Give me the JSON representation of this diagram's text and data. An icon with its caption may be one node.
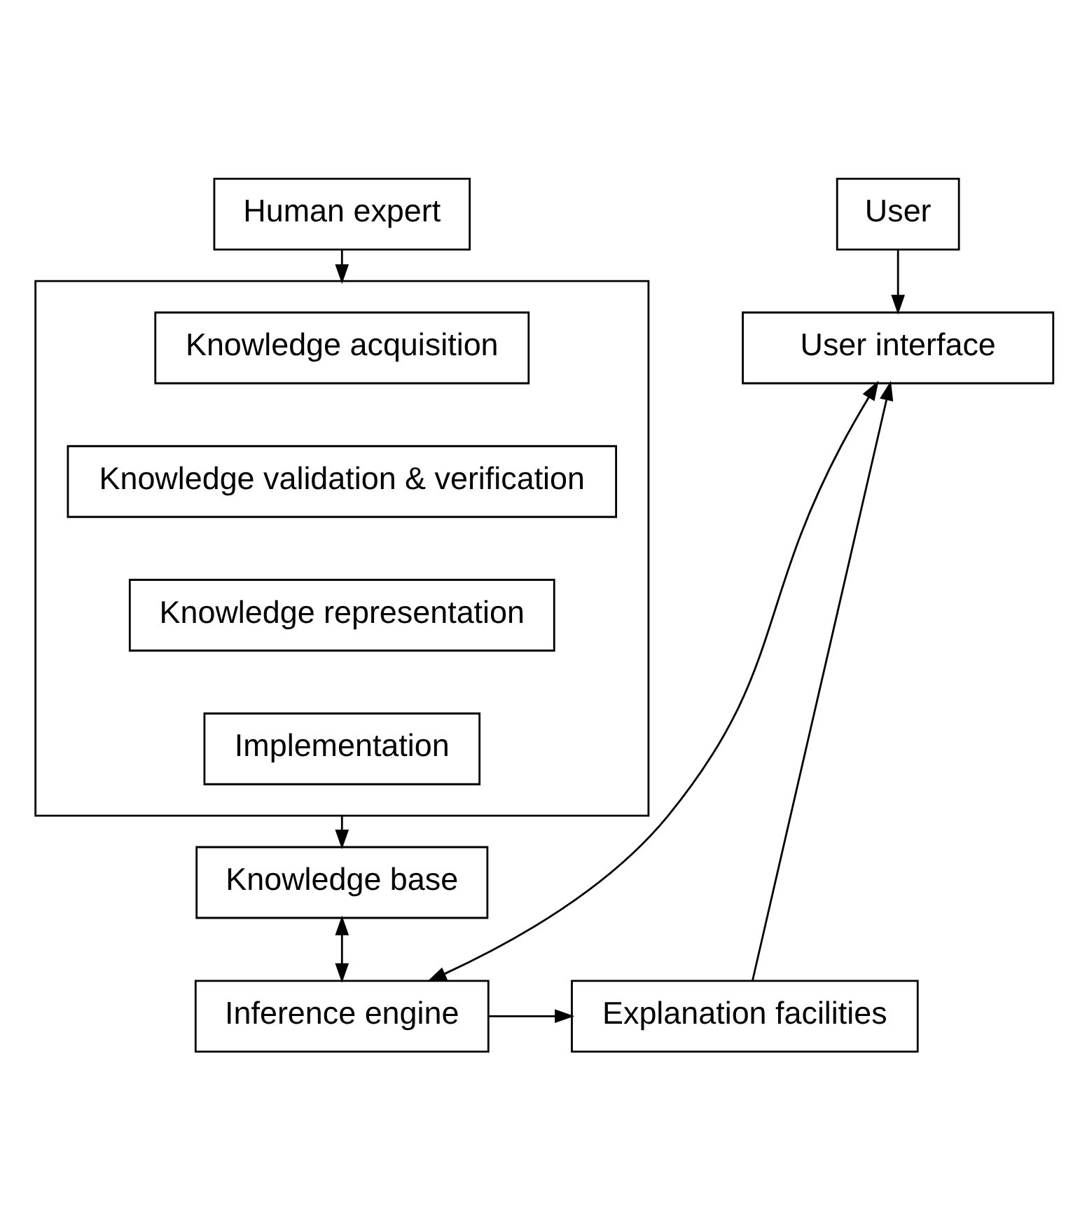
{
  "diagram": {
    "nodes": [
      {
        "text": [
          "Human expert"
        ]
      },
      {
        "text": [],
        "shape": "box"
      },
      {
        "text": [
          "Knowledge acquisition"
        ],
        "in": 1
      },
      {
        "text": [
          "Knowledge validation & verification"
        ],
        "in": 1
      },
      {
        "text": [
          "Knowledge representation"
        ],
        "in": 1
      },
      {
        "text": [
          "Implementation"
        ],
        "in": 1
      },
      {
        "text": [
          "User"
        ]
      },
      {
        "text": [
          "User interface"
        ]
      },
      {
        "text": [
          "Knowledge base"
        ]
      },
      {
        "text": [
          "Inference engine"
        ]
      },
      {
        "text": [
          "Explanation facilities"
        ]
      }
    ],
    "edges": [
      {
        "from": 0,
        "to": 1,
        "arrow": "to"
      },
      {
        "from": 6,
        "to": 7,
        "arrow": "to"
      },
      {
        "from": 1,
        "to": 8,
        "arrow": "to"
      },
      {
        "from": 8,
        "to": 9,
        "arrow": "both"
      },
      {
        "from": 9,
        "to": 7,
        "arrow": "both"
      },
      {
        "from": 9,
        "to": 10,
        "arrow": "to"
      },
      {
        "from": 10,
        "to": 7,
        "arrow": "to"
      }
    ]
  }
}
